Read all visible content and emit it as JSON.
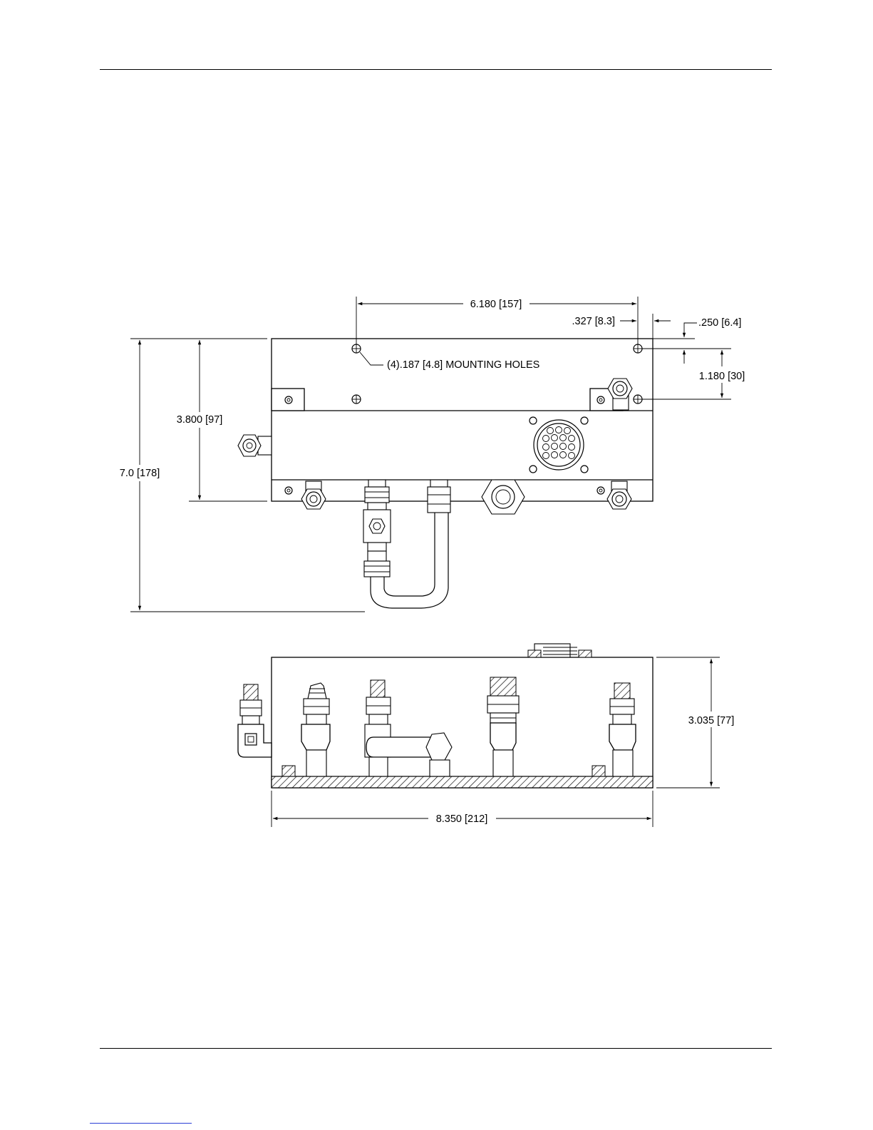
{
  "drawing": {
    "top_view": {
      "dim_hole_spacing": "6.180 [157]",
      "dim_right_offset": ".327 [8.3]",
      "dim_top_offset": ".250 [6.4]",
      "dim_hole_vertical": "1.180 [30]",
      "dim_body_height": "3.800 [97]",
      "dim_overall_height": "7.0 [178]",
      "note_mounting_holes": "(4).187 [4.8] MOUNTING HOLES"
    },
    "side_view": {
      "dim_height": "3.035 [77]",
      "dim_length": "8.350 [212]"
    }
  }
}
